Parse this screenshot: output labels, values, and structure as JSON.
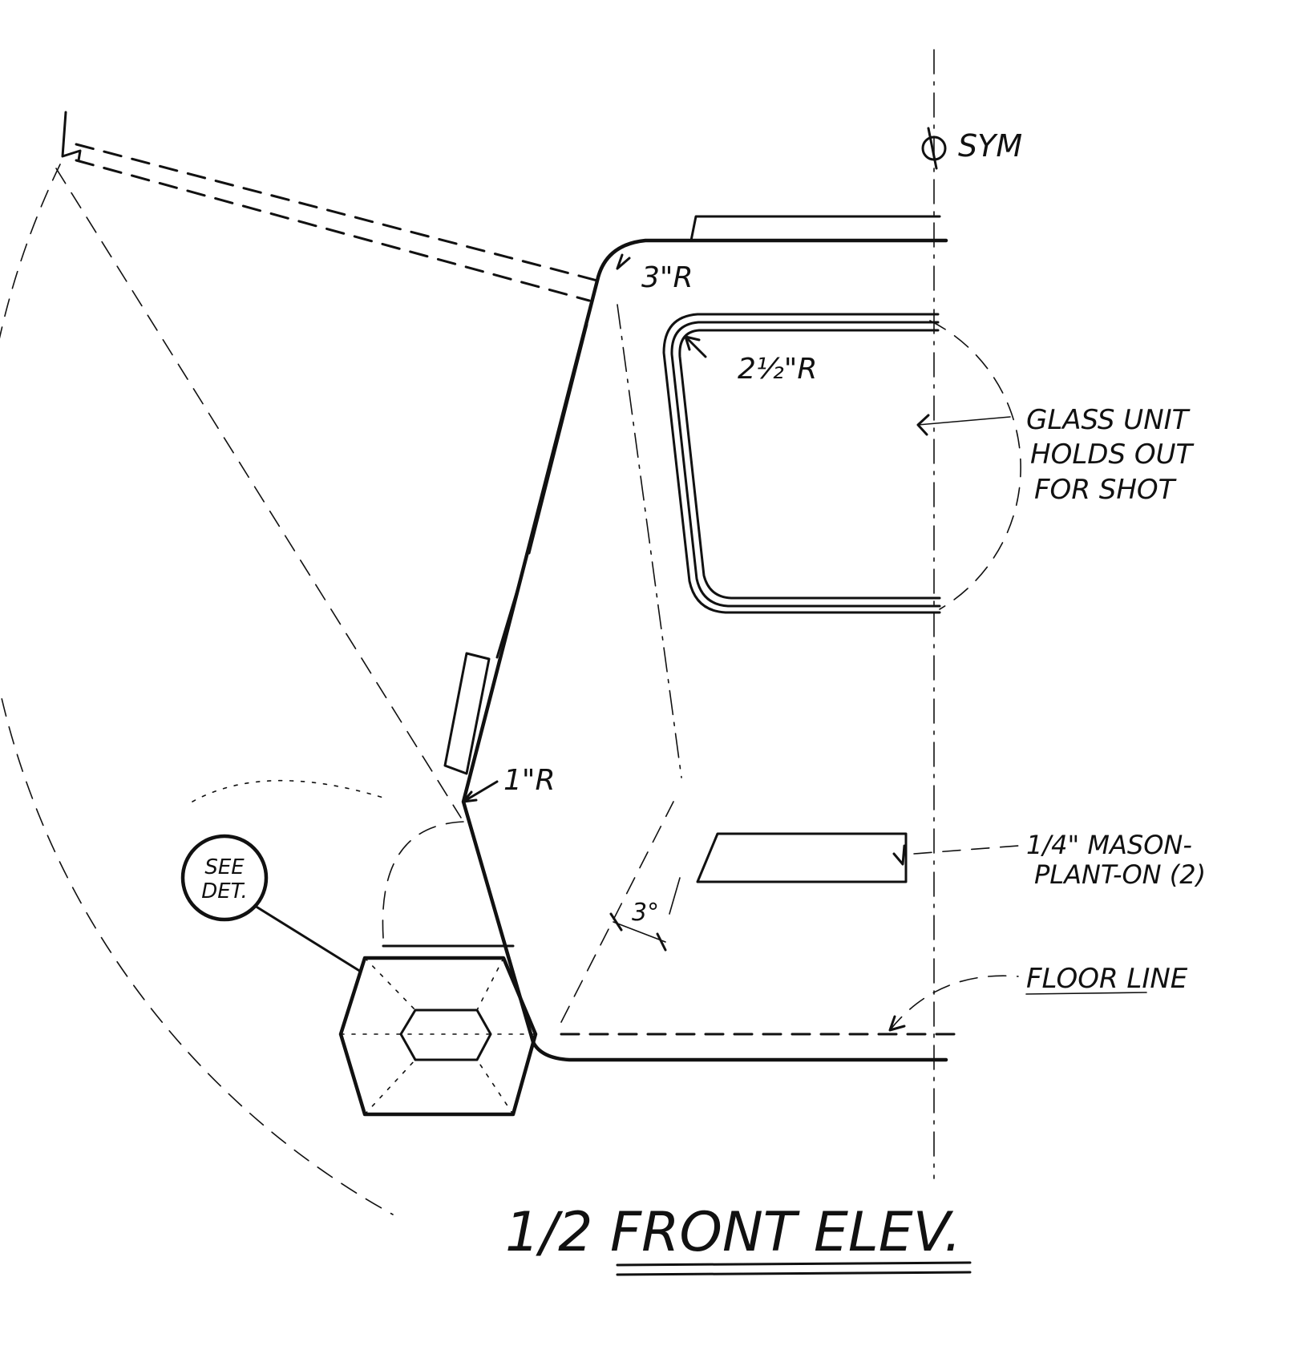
{
  "drawing": {
    "title": "1/2 FRONT ELEV.",
    "labels": {
      "centerline": "SYM",
      "corner_radius_top": "3\"R",
      "window_radius": "2½\"R",
      "corner_radius_bottom": "1\"R",
      "angle": "3°",
      "glass_note_1": "GLASS UNIT",
      "glass_note_2": "HOLDS OUT",
      "glass_note_3": "FOR SHOT",
      "mason_note_1": "1/4\" MASON-",
      "mason_note_2": "PLANT-ON (2)",
      "floor_line": "FLOOR LINE",
      "detail_1": "SEE",
      "detail_2": "DET."
    },
    "colors": {
      "ink": "#111111",
      "paper": "#ffffff"
    }
  }
}
